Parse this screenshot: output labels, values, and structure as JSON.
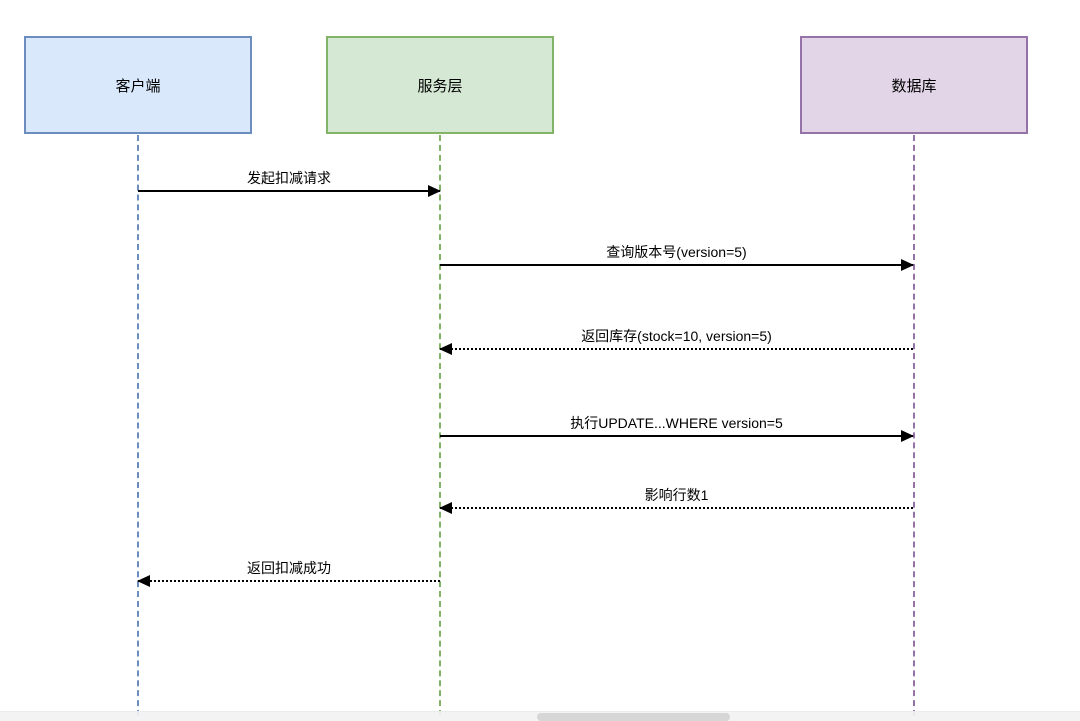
{
  "diagram": {
    "type": "sequence",
    "participants": [
      {
        "id": "client",
        "label": "客户端",
        "fill": "#dae8fc",
        "border": "#6c8ebf"
      },
      {
        "id": "service",
        "label": "服务层",
        "fill": "#d5e8d4",
        "border": "#82b366"
      },
      {
        "id": "database",
        "label": "数据库",
        "fill": "#e1d5e7",
        "border": "#9673a6"
      }
    ],
    "messages": [
      {
        "label": "发起扣减请求",
        "from": "client",
        "to": "service",
        "line": "solid"
      },
      {
        "label": "查询版本号(version=5)",
        "from": "service",
        "to": "database",
        "line": "solid"
      },
      {
        "label": "返回库存(stock=10, version=5)",
        "from": "database",
        "to": "service",
        "line": "dotted"
      },
      {
        "label": "执行UPDATE...WHERE version=5",
        "from": "service",
        "to": "database",
        "line": "solid"
      },
      {
        "label": "影响行数1",
        "from": "database",
        "to": "service",
        "line": "dotted"
      },
      {
        "label": "返回扣减成功",
        "from": "service",
        "to": "client",
        "line": "dotted"
      }
    ],
    "arrow_color": "#000000",
    "background": "#ffffff"
  }
}
